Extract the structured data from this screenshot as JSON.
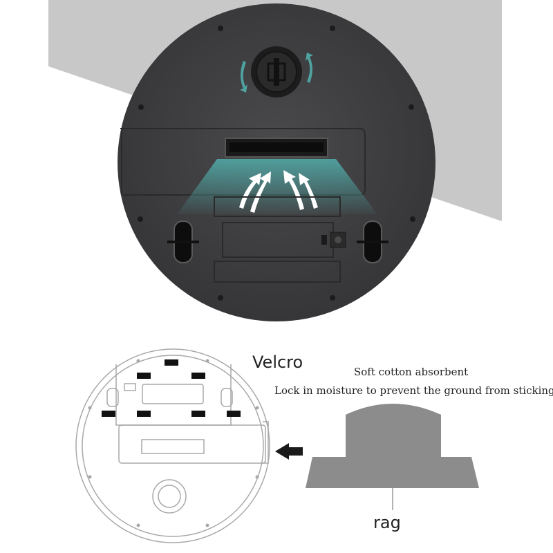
{
  "labels": {
    "velcro": "Velcro",
    "soft_cotton": "Soft cotton absorbent",
    "lock_moisture": "Lock in moisture to prevent the ground from sticking",
    "rag": "rag"
  },
  "colors": {
    "backdrop_gray": "#c8c8c8",
    "robot_body": "#3d3d3f",
    "airflow_teal": "#4fa3a1",
    "rag_gray": "#8c8c8c",
    "line_drawing": "#9a9a9a"
  },
  "icons": [
    "rotation-arrows-icon",
    "airflow-arrows-icon",
    "left-arrow-icon"
  ]
}
